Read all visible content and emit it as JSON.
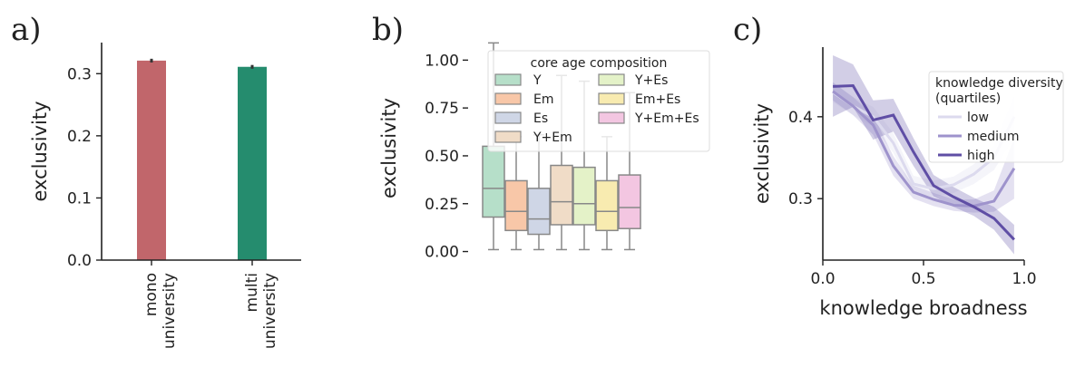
{
  "panels": [
    {
      "label": "a)"
    },
    {
      "label": "b)"
    },
    {
      "label": "c)"
    }
  ],
  "chart_data": [
    {
      "type": "bar",
      "ylabel": "exclusivity",
      "ylim": [
        0,
        0.35
      ],
      "yticks": [
        0.0,
        0.1,
        0.2,
        0.3
      ],
      "ytick_labels": [
        "0.0",
        "0.1",
        "0.2",
        "0.3"
      ],
      "categories": [
        [
          "mono",
          "university"
        ],
        [
          "multi",
          "university"
        ]
      ],
      "values": [
        0.321,
        0.311
      ],
      "errors": [
        0.003,
        0.003
      ],
      "colors": [
        "#c1666b",
        "#258c6e"
      ],
      "grid": false
    },
    {
      "type": "box",
      "ylabel": "exclusivity",
      "ylim": [
        -0.04,
        1.12
      ],
      "yticks": [
        0.0,
        0.25,
        0.5,
        0.75,
        1.0
      ],
      "ytick_labels": [
        "0.00",
        "0.25",
        "0.50",
        "0.75",
        "1.00"
      ],
      "legend_title": "core age composition",
      "legend_position": "top-right",
      "categories": [
        "Y",
        "Em",
        "Es",
        "Y+Em",
        "Y+Es",
        "Em+Es",
        "Y+Em+Es"
      ],
      "colors": [
        "#b6dfc9",
        "#f8c7a8",
        "#cfd6e6",
        "#f0dcc7",
        "#e4f2c8",
        "#f8ebb0",
        "#f3c6e1"
      ],
      "boxes": [
        {
          "min": 0.01,
          "q1": 0.18,
          "median": 0.33,
          "q3": 0.55,
          "max": 1.09
        },
        {
          "min": 0.01,
          "q1": 0.11,
          "median": 0.21,
          "q3": 0.37,
          "max": 0.6
        },
        {
          "min": 0.01,
          "q1": 0.09,
          "median": 0.17,
          "q3": 0.33,
          "max": 0.61
        },
        {
          "min": 0.01,
          "q1": 0.14,
          "median": 0.26,
          "q3": 0.45,
          "max": 0.92
        },
        {
          "min": 0.01,
          "q1": 0.14,
          "median": 0.25,
          "q3": 0.44,
          "max": 0.89
        },
        {
          "min": 0.01,
          "q1": 0.11,
          "median": 0.21,
          "q3": 0.37,
          "max": 0.6
        },
        {
          "min": 0.01,
          "q1": 0.12,
          "median": 0.23,
          "q3": 0.4,
          "max": 0.83
        }
      ],
      "grid": false
    },
    {
      "type": "line",
      "xlabel": "knowledge broadness",
      "ylabel": "exclusivity",
      "xlim": [
        0,
        1
      ],
      "ylim": [
        0.225,
        0.485
      ],
      "xticks": [
        0.0,
        0.5,
        1.0
      ],
      "xtick_labels": [
        "0.0",
        "0.5",
        "1.0"
      ],
      "yticks": [
        0.3,
        0.4
      ],
      "ytick_labels": [
        "0.3",
        "0.4"
      ],
      "legend_title": "knowledge diversity\n(quartiles)",
      "legend_position": "top-right",
      "x": [
        0.05,
        0.15,
        0.25,
        0.35,
        0.45,
        0.55,
        0.65,
        0.75,
        0.85,
        0.95
      ],
      "series": [
        {
          "name": "low",
          "color": "#dcdaee",
          "values": [
            0.43,
            0.413,
            0.4,
            0.368,
            0.318,
            0.312,
            0.317,
            0.33,
            0.35,
            0.4
          ],
          "lower": [
            0.418,
            0.402,
            0.388,
            0.356,
            0.308,
            0.302,
            0.307,
            0.318,
            0.335,
            0.375
          ],
          "upper": [
            0.442,
            0.424,
            0.412,
            0.38,
            0.328,
            0.322,
            0.327,
            0.342,
            0.365,
            0.425
          ]
        },
        {
          "name": "medium",
          "color": "#9e93cc",
          "values": [
            0.431,
            0.413,
            0.39,
            0.34,
            0.308,
            0.299,
            0.292,
            0.291,
            0.297,
            0.337
          ],
          "lower": [
            0.42,
            0.402,
            0.378,
            0.328,
            0.3,
            0.291,
            0.285,
            0.283,
            0.284,
            0.3
          ],
          "upper": [
            0.442,
            0.424,
            0.402,
            0.352,
            0.316,
            0.307,
            0.299,
            0.299,
            0.31,
            0.374
          ]
        },
        {
          "name": "high",
          "color": "#5f4ea5",
          "values": [
            0.437,
            0.438,
            0.396,
            0.402,
            0.357,
            0.316,
            0.302,
            0.29,
            0.276,
            0.25
          ],
          "lower": [
            0.4,
            0.412,
            0.372,
            0.382,
            0.34,
            0.303,
            0.29,
            0.279,
            0.262,
            0.232
          ],
          "upper": [
            0.475,
            0.464,
            0.42,
            0.422,
            0.374,
            0.329,
            0.314,
            0.301,
            0.29,
            0.268
          ]
        }
      ],
      "grid": false
    }
  ]
}
